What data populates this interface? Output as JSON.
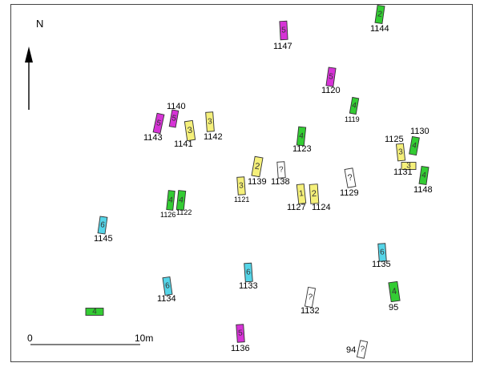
{
  "north_label": "N",
  "scale": {
    "start": "0",
    "end": "10m"
  },
  "colors": {
    "yellow": "#f5f07a",
    "green": "#33cc33",
    "magenta": "#d633d6",
    "cyan": "#55d5e8",
    "white": "#ffffff"
  },
  "features": [
    {
      "id": "1144",
      "num": "2",
      "color": "green"
    },
    {
      "id": "1147",
      "num": "5",
      "color": "magenta"
    },
    {
      "id": "1120",
      "num": "5",
      "color": "magenta"
    },
    {
      "id": "1119",
      "num": "4",
      "color": "green"
    },
    {
      "id": "1140",
      "num": "5",
      "color": "magenta"
    },
    {
      "id": "1143",
      "num": "5",
      "color": "magenta"
    },
    {
      "id": "1141",
      "num": "3",
      "color": "yellow"
    },
    {
      "id": "1142",
      "num": "3",
      "color": "yellow"
    },
    {
      "id": "1123",
      "num": "4",
      "color": "green"
    },
    {
      "id": "1125",
      "num": "3",
      "color": "yellow"
    },
    {
      "id": "1130",
      "num": "4",
      "color": "green"
    },
    {
      "id": "1131",
      "num": "3",
      "color": "yellow"
    },
    {
      "id": "1148",
      "num": "4",
      "color": "green"
    },
    {
      "id": "1139",
      "num": "2",
      "color": "yellow"
    },
    {
      "id": "1138",
      "num": "?",
      "color": "white"
    },
    {
      "id": "1121",
      "num": "3",
      "color": "yellow"
    },
    {
      "id": "1129",
      "num": "?",
      "color": "white"
    },
    {
      "id": "1127",
      "num": "1",
      "color": "yellow"
    },
    {
      "id": "1124",
      "num": "2",
      "color": "yellow"
    },
    {
      "id": "1126",
      "num": "4",
      "color": "green"
    },
    {
      "id": "1122",
      "num": "4",
      "color": "green"
    },
    {
      "id": "1145",
      "num": "6",
      "color": "cyan"
    },
    {
      "id": "1135",
      "num": "6",
      "color": "cyan"
    },
    {
      "id": "1133",
      "num": "6",
      "color": "cyan"
    },
    {
      "id": "1134",
      "num": "6",
      "color": "cyan"
    },
    {
      "id": "1132",
      "num": "?",
      "color": "white"
    },
    {
      "id": "95",
      "num": "4",
      "color": "green"
    },
    {
      "id": "",
      "num": "4",
      "color": "green"
    },
    {
      "id": "1136",
      "num": "5",
      "color": "magenta"
    },
    {
      "id": "94",
      "num": "?",
      "color": "white"
    }
  ]
}
